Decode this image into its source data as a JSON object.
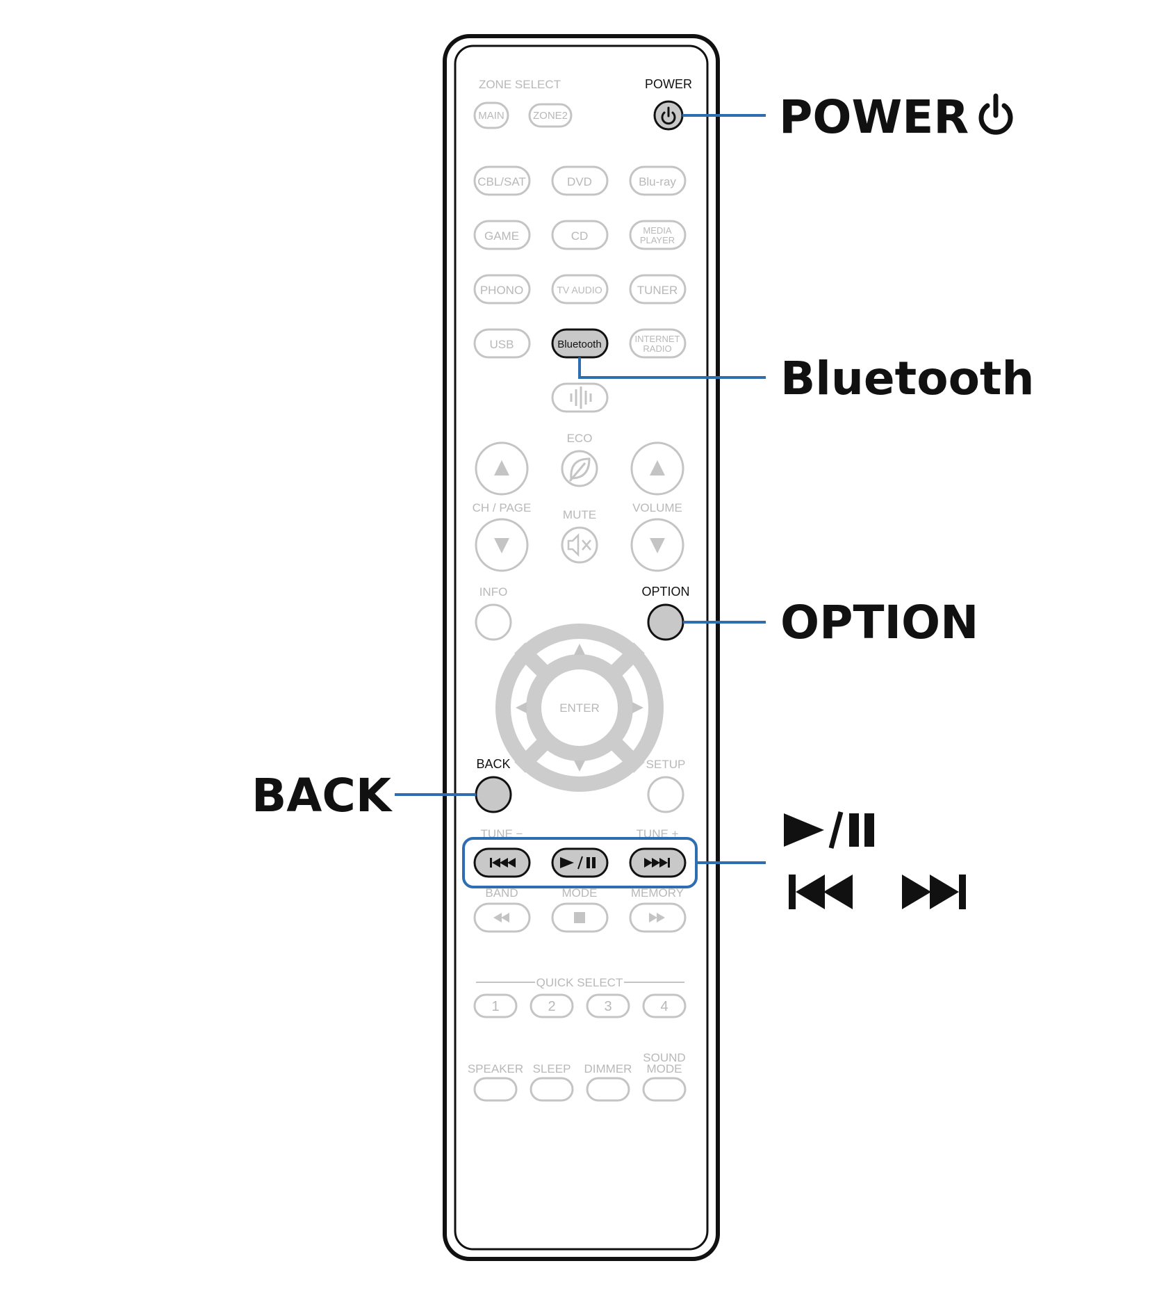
{
  "remote": {
    "zone_select_label": "ZONE SELECT",
    "power_label": "POWER",
    "zone_main": "MAIN",
    "zone_zone2": "ZONE2",
    "sources_row1": [
      "CBL/SAT",
      "DVD",
      "Blu-ray"
    ],
    "sources_row2": [
      "GAME",
      "CD"
    ],
    "media_player": [
      "MEDIA",
      "PLAYER"
    ],
    "sources_row3": [
      "PHONO",
      "TV AUDIO",
      "TUNER"
    ],
    "usb": "USB",
    "bluetooth": "Bluetooth",
    "internet_radio": [
      "INTERNET",
      "RADIO"
    ],
    "eco_label": "ECO",
    "ch_page_label": "CH / PAGE",
    "mute_label": "MUTE",
    "volume_label": "VOLUME",
    "info_label": "INFO",
    "option_label": "OPTION",
    "enter_label": "ENTER",
    "back_label": "BACK",
    "setup_label": "SETUP",
    "tune_minus_label": "TUNE −",
    "tune_plus_label": "TUNE +",
    "band_label": "BAND",
    "mode_label": "MODE",
    "memory_label": "MEMORY",
    "quick_select_label": "QUICK SELECT",
    "quick_select_numbers": [
      "1",
      "2",
      "3",
      "4"
    ],
    "speaker_label": "SPEAKER",
    "sleep_label": "SLEEP",
    "dimmer_label": "DIMMER",
    "sound_mode_label": [
      "SOUND",
      "MODE"
    ]
  },
  "callouts": {
    "power": "POWER",
    "bluetooth": "Bluetooth",
    "option": "OPTION",
    "back": "BACK",
    "play_pause": "▶/❚❚",
    "skip": "|◀◀  ▶▶|"
  },
  "colors": {
    "leader_line": "#2e6db0",
    "highlight_fill": "#c8c8c8",
    "dim_outline": "#c4c4c4"
  }
}
